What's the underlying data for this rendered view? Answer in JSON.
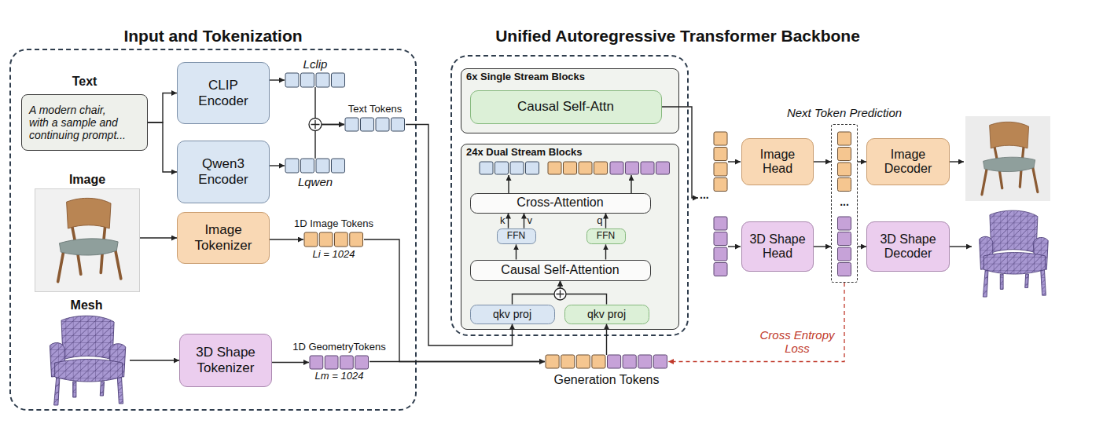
{
  "diagram": {
    "nodes": [
      {
        "text": [
          "Input and Tokenization"
        ]
      },
      {
        "text": [
          "Text",
          "A modern chair, with a sample and continuing prompt..."
        ],
        "in": 0
      },
      {
        "text": [
          "CLIP Encoder"
        ],
        "in": 0
      },
      {
        "text": [
          "Lclip"
        ],
        "in": 0
      },
      {
        "text": [
          "Qwen3 Encoder"
        ],
        "in": 0
      },
      {
        "text": [
          "Lqwen"
        ],
        "in": 0
      },
      {
        "text": [
          "Text Tokens"
        ],
        "in": 0
      },
      {
        "text": [
          "Image"
        ],
        "in": 0
      },
      {
        "text": [
          "Image Tokenizer"
        ],
        "in": 0
      },
      {
        "text": [
          "1D Image Tokens",
          "Li = 1024"
        ],
        "in": 0
      },
      {
        "text": [
          "Mesh"
        ],
        "in": 0
      },
      {
        "text": [
          "3D Shape Tokenizer"
        ],
        "in": 0
      },
      {
        "text": [
          "1D GeometryTokens",
          "Lm = 1024"
        ],
        "in": 0
      },
      {
        "text": [
          "Unified Autoregressive Transformer Backbone"
        ]
      },
      {
        "text": [
          "6x Single Stream Blocks"
        ],
        "in": 13
      },
      {
        "text": [
          "Causal Self-Attn"
        ],
        "in": 14
      },
      {
        "text": [
          "24x Dual Stream Blocks"
        ],
        "in": 13
      },
      {
        "text": [
          "Cross-Attention"
        ],
        "in": 16
      },
      {
        "text": [
          "FFN"
        ],
        "in": 16
      },
      {
        "text": [
          "FFN"
        ],
        "in": 16
      },
      {
        "text": [
          "Causal Self-Attention"
        ],
        "in": 16
      },
      {
        "text": [
          "qkv proj"
        ],
        "in": 16
      },
      {
        "text": [
          "qkv proj"
        ],
        "in": 16
      },
      {
        "text": [
          "Generation Tokens"
        ]
      },
      {
        "text": [
          "Image Head"
        ]
      },
      {
        "text": [
          "3D Shape Head"
        ]
      },
      {
        "text": [
          "Next Token Prediction"
        ]
      },
      {
        "text": [
          "Image Decoder"
        ]
      },
      {
        "text": [
          "3D Shape Decoder"
        ]
      }
    ],
    "edges": [
      {
        "from": 1,
        "to": 2,
        "arrow": "to"
      },
      {
        "from": 1,
        "to": 4,
        "arrow": "to"
      },
      {
        "from": 2,
        "to": 3,
        "arrow": "to"
      },
      {
        "from": 4,
        "to": 5,
        "arrow": "to"
      },
      {
        "from": 3,
        "to": 6,
        "arrow": "to"
      },
      {
        "from": 5,
        "to": 6,
        "arrow": "to"
      },
      {
        "from": 7,
        "to": 8,
        "arrow": "to"
      },
      {
        "from": 8,
        "to": 9,
        "arrow": "to"
      },
      {
        "from": 10,
        "to": 11,
        "arrow": "to"
      },
      {
        "from": 11,
        "to": 12,
        "arrow": "to"
      },
      {
        "from": 9,
        "to": 23,
        "arrow": "to"
      },
      {
        "from": 12,
        "to": 23,
        "arrow": "to"
      },
      {
        "from": 6,
        "to": 21,
        "arrow": "to"
      },
      {
        "from": 23,
        "to": 22,
        "arrow": "to"
      },
      {
        "from": 21,
        "to": 20,
        "arrow": "to"
      },
      {
        "from": 22,
        "to": 20,
        "arrow": "to"
      },
      {
        "from": 20,
        "to": 18,
        "arrow": "to"
      },
      {
        "from": 20,
        "to": 19,
        "arrow": "to"
      },
      {
        "from": 18,
        "to": 17,
        "label": "k",
        "arrow": "to"
      },
      {
        "from": 18,
        "to": 17,
        "label": "v",
        "arrow": "to"
      },
      {
        "from": 19,
        "to": 17,
        "label": "q",
        "arrow": "to"
      },
      {
        "from": 24,
        "to": 26,
        "arrow": "to"
      },
      {
        "from": 25,
        "to": 26,
        "arrow": "to"
      },
      {
        "from": 26,
        "to": 27,
        "arrow": "to"
      },
      {
        "from": 26,
        "to": 28,
        "arrow": "to"
      },
      {
        "from": 26,
        "to": 23,
        "label": "Cross Entropy Loss",
        "arrow": "to"
      }
    ],
    "labels": [
      "...",
      "..."
    ]
  }
}
